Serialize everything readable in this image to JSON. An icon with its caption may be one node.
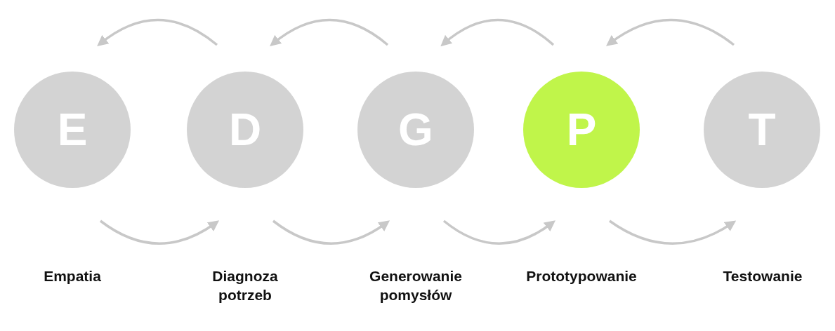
{
  "diagram": {
    "nodes": [
      {
        "text": [
          "E"
        ]
      },
      {
        "text": [
          "D"
        ]
      },
      {
        "text": [
          "G"
        ]
      },
      {
        "text": [
          "P"
        ]
      },
      {
        "text": [
          "T"
        ]
      }
    ],
    "labels": [
      "Empatia",
      "Diagnoza potrzeb",
      "Generowanie pomysłów",
      "Prototypowanie",
      "Testowanie"
    ],
    "edges": [
      {
        "from": 1,
        "to": 0,
        "arrow": "to"
      },
      {
        "from": 2,
        "to": 1,
        "arrow": "to"
      },
      {
        "from": 3,
        "to": 2,
        "arrow": "to"
      },
      {
        "from": 4,
        "to": 3,
        "arrow": "to"
      },
      {
        "from": 0,
        "to": 1,
        "arrow": "to"
      },
      {
        "from": 1,
        "to": 2,
        "arrow": "to"
      },
      {
        "from": 2,
        "to": 3,
        "arrow": "to"
      },
      {
        "from": 3,
        "to": 4,
        "arrow": "to"
      }
    ]
  }
}
